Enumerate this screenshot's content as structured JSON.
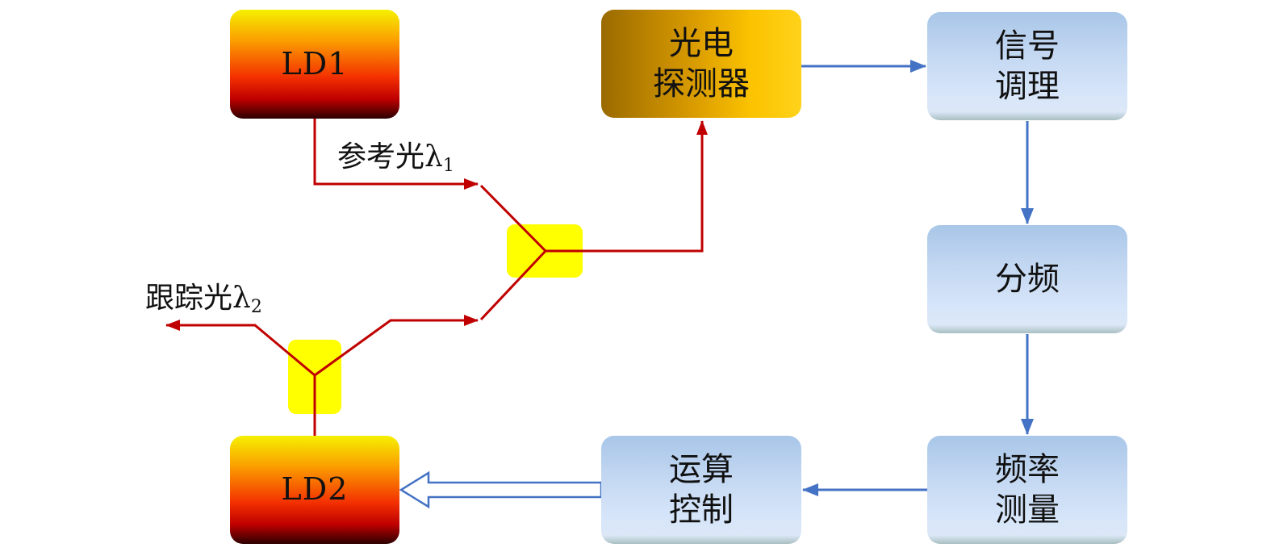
{
  "lasers": {
    "ld1": "LD1",
    "ld2": "LD2"
  },
  "blocks": {
    "detector": {
      "line1": "光电",
      "line2": "探测器"
    },
    "signal_conditioning": {
      "line1": "信号",
      "line2": "调理"
    },
    "frequency_division": {
      "line1": "分频"
    },
    "frequency_measurement": {
      "line1": "频率",
      "line2": "测量"
    },
    "computation_control": {
      "line1": "运算",
      "line2": "控制"
    }
  },
  "beams": {
    "reference": {
      "text": "参考光",
      "symbol": "λ",
      "subscript": "1"
    },
    "tracking": {
      "text": "跟踪光",
      "symbol": "λ",
      "subscript": "2"
    }
  },
  "colors": {
    "optical_path": "#c00000",
    "signal_path": "#4472c4",
    "beam_splitter": "#ffff00",
    "laser_top": "#f5f000",
    "laser_bottom": "#2c0000",
    "detector": "#fbc300",
    "block_blue": "#c4d8f2"
  }
}
